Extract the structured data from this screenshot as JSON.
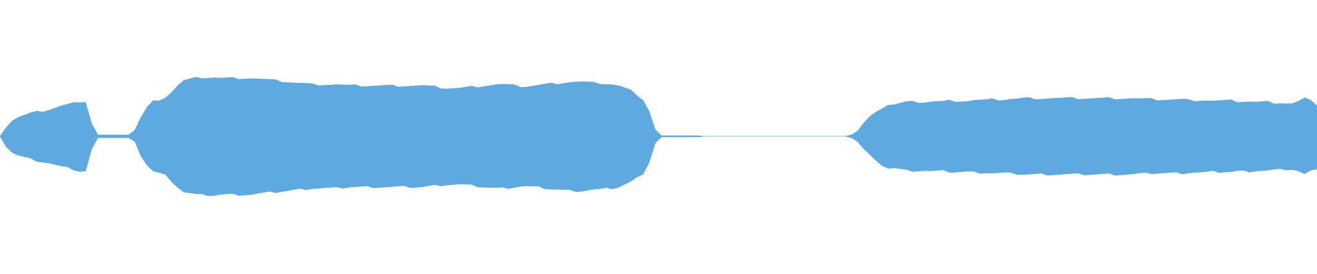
{
  "waveform": {
    "color": "#5DA9E0",
    "background": "#FFFFFF",
    "amplitude_samples": [
      0.0,
      0.15,
      0.25,
      0.3,
      0.33,
      0.36,
      0.38,
      0.4,
      0.42,
      0.45,
      0.48,
      0.5,
      0.52,
      0.55,
      0.55,
      0.2,
      0.02,
      0.02,
      0.02,
      0.02,
      0.02,
      0.02,
      0.1,
      0.3,
      0.45,
      0.55,
      0.58,
      0.62,
      0.7,
      0.8,
      0.88,
      0.9,
      0.92,
      0.93,
      0.93,
      0.93,
      0.92,
      0.92,
      0.92,
      0.92,
      0.92,
      0.92,
      0.91,
      0.9,
      0.89,
      0.88,
      0.87,
      0.86,
      0.85,
      0.84,
      0.83,
      0.82,
      0.82,
      0.82,
      0.82,
      0.82,
      0.81,
      0.8,
      0.8,
      0.8,
      0.8,
      0.8,
      0.8,
      0.8,
      0.8,
      0.8,
      0.8,
      0.8,
      0.8,
      0.8,
      0.79,
      0.78,
      0.77,
      0.76,
      0.76,
      0.76,
      0.77,
      0.78,
      0.79,
      0.8,
      0.81,
      0.82,
      0.82,
      0.81,
      0.8,
      0.79,
      0.79,
      0.8,
      0.81,
      0.82,
      0.83,
      0.84,
      0.85,
      0.86,
      0.86,
      0.86,
      0.85,
      0.84,
      0.84,
      0.83,
      0.82,
      0.8,
      0.76,
      0.72,
      0.66,
      0.58,
      0.4,
      0.1,
      0.01,
      0.01,
      0.01,
      0.01,
      0.01,
      0.01,
      0.01,
      0.0,
      0.0,
      0.0,
      0.0,
      0.0,
      0.0,
      0.0,
      0.0,
      0.0,
      0.0,
      0.0,
      0.0,
      0.0,
      0.0,
      0.0,
      0.0,
      0.0,
      0.0,
      0.0,
      0.0,
      0.0,
      0.0,
      0.0,
      0.0,
      0.02,
      0.08,
      0.2,
      0.3,
      0.4,
      0.45,
      0.5,
      0.5,
      0.52,
      0.54,
      0.54,
      0.54,
      0.54,
      0.55,
      0.55,
      0.55,
      0.56,
      0.56,
      0.56,
      0.56,
      0.57,
      0.57,
      0.57,
      0.58,
      0.58,
      0.58,
      0.59,
      0.59,
      0.6,
      0.6,
      0.6,
      0.6,
      0.6,
      0.6,
      0.6,
      0.6,
      0.6,
      0.6,
      0.6,
      0.6,
      0.6,
      0.6,
      0.6,
      0.6,
      0.6,
      0.6,
      0.6,
      0.59,
      0.59,
      0.58,
      0.58,
      0.58,
      0.58,
      0.58,
      0.58,
      0.57,
      0.57,
      0.57,
      0.57,
      0.56,
      0.56,
      0.56,
      0.56,
      0.55,
      0.55,
      0.55,
      0.54,
      0.54,
      0.54,
      0.53,
      0.53,
      0.52,
      0.52,
      0.55,
      0.6,
      0.55,
      0.5
    ]
  }
}
